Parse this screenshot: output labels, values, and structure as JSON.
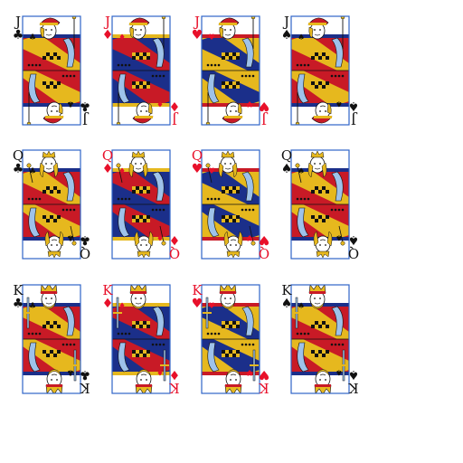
{
  "palette": {
    "red": "#e8102a",
    "black": "#111111",
    "frame": "#2f64c8",
    "gold": "#e6b81e",
    "navy": "#1b2f8a",
    "crimson": "#c81a26",
    "light_blue": "#9ec2ea",
    "skin": "#ffffff"
  },
  "cards": [
    {
      "rank": "J",
      "suit": "clubs",
      "suit_symbol": "♣",
      "color": "black",
      "art": "jack-clubs"
    },
    {
      "rank": "J",
      "suit": "diamonds",
      "suit_symbol": "♦",
      "color": "red",
      "art": "jack-diamonds"
    },
    {
      "rank": "J",
      "suit": "hearts",
      "suit_symbol": "♥",
      "color": "red",
      "art": "jack-hearts"
    },
    {
      "rank": "J",
      "suit": "spades",
      "suit_symbol": "♠",
      "color": "black",
      "art": "jack-spades"
    },
    {
      "rank": "Q",
      "suit": "clubs",
      "suit_symbol": "♣",
      "color": "black",
      "art": "queen-clubs"
    },
    {
      "rank": "Q",
      "suit": "diamonds",
      "suit_symbol": "♦",
      "color": "red",
      "art": "queen-diamonds"
    },
    {
      "rank": "Q",
      "suit": "hearts",
      "suit_symbol": "♥",
      "color": "red",
      "art": "queen-hearts"
    },
    {
      "rank": "Q",
      "suit": "spades",
      "suit_symbol": "♠",
      "color": "black",
      "art": "queen-spades"
    },
    {
      "rank": "K",
      "suit": "clubs",
      "suit_symbol": "♣",
      "color": "black",
      "art": "king-clubs"
    },
    {
      "rank": "K",
      "suit": "diamonds",
      "suit_symbol": "♦",
      "color": "red",
      "art": "king-diamonds"
    },
    {
      "rank": "K",
      "suit": "hearts",
      "suit_symbol": "♥",
      "color": "red",
      "art": "king-hearts"
    },
    {
      "rank": "K",
      "suit": "spades",
      "suit_symbol": "♠",
      "color": "black",
      "art": "king-spades"
    }
  ]
}
